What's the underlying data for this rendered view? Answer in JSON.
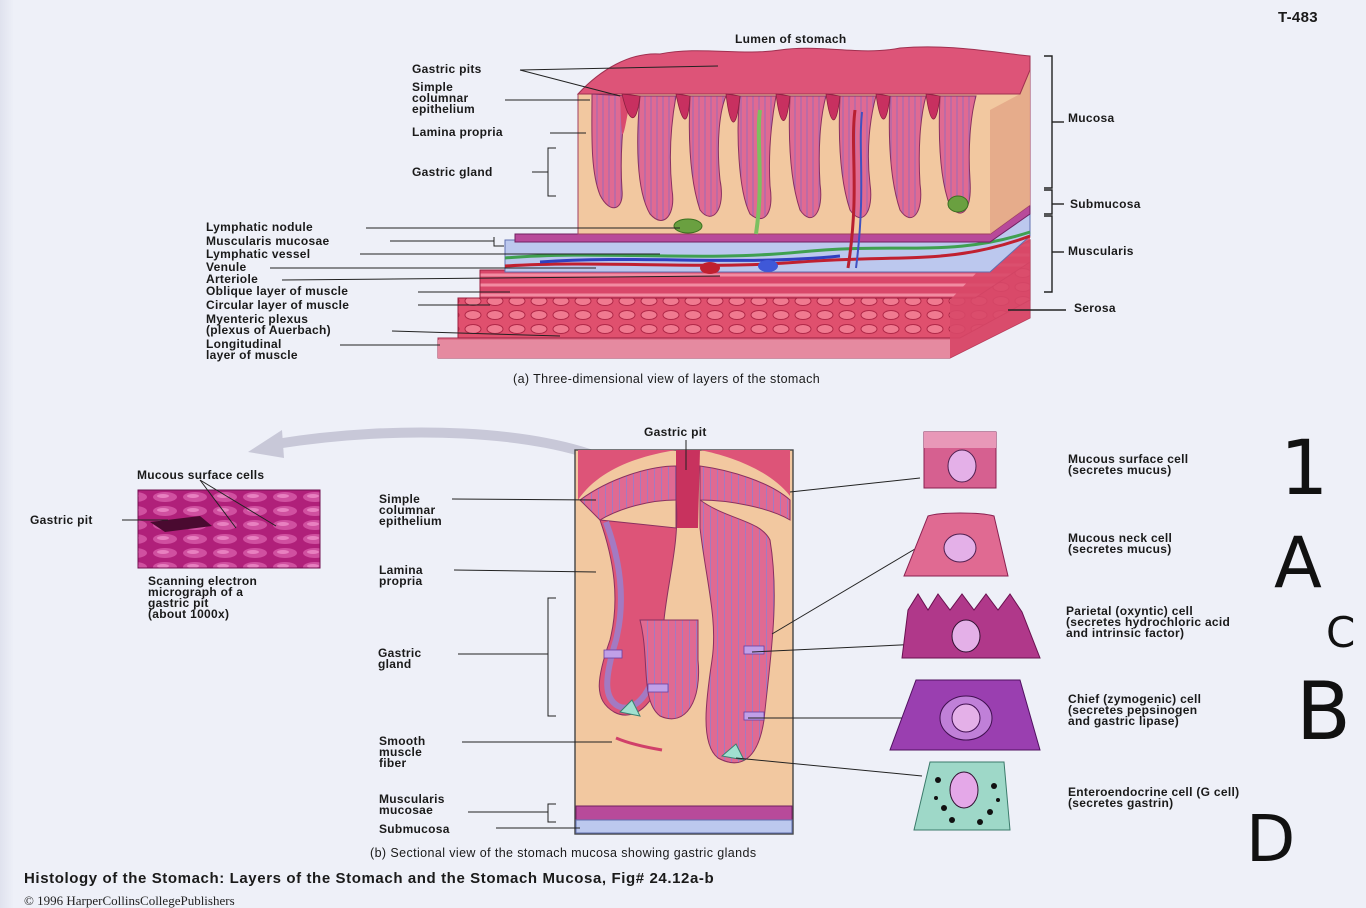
{
  "figure_code": "T-483",
  "part_a": {
    "top_label": "Lumen of stomach",
    "left_labels": [
      "Gastric pits",
      "Simple\ncolumnar\nepithelium",
      "Lamina propria",
      "Gastric gland",
      "Lymphatic nodule",
      "Muscularis mucosae",
      "Lymphatic vessel",
      "Venule",
      "Arteriole",
      "Oblique layer of muscle",
      "Circular layer of muscle",
      "Myenteric plexus\n(plexus of Auerbach)",
      "Longitudinal\nlayer of muscle"
    ],
    "right_labels": [
      "Mucosa",
      "Submucosa",
      "Muscularis",
      "Serosa"
    ],
    "caption": "(a) Three-dimensional view of layers of the stomach"
  },
  "part_b": {
    "top_label": "Gastric pit",
    "sem": {
      "label": "Mucous surface cells",
      "pit_label": "Gastric pit",
      "caption": "Scanning electron\nmicrograph of a\ngastric pit\n(about 1000x)"
    },
    "left_labels": [
      "Simple\ncolumnar\nepithelium",
      "Lamina\npropria",
      "Gastric\ngland",
      "Smooth\nmuscle\nfiber",
      "Muscularis\nmucosae",
      "Submucosa"
    ],
    "cells": [
      {
        "name": "Mucous surface cell\n(secretes mucus)",
        "color": "#c04a7a"
      },
      {
        "name": "Mucous neck cell\n(secretes mucus)",
        "color": "#d05a86"
      },
      {
        "name": "Parietal (oxyntic) cell\n(secretes hydrochloric acid\nand intrinsic factor)",
        "color": "#b0388a"
      },
      {
        "name": "Chief (zymogenic) cell\n(secretes pepsinogen\nand gastric lipase)",
        "color": "#9a3fb0"
      },
      {
        "name": "Enteroendocrine cell (G cell)\n(secretes gastrin)",
        "color": "#9ed8c8"
      }
    ],
    "caption": "(b) Sectional view of the stomach mucosa showing gastric glands"
  },
  "handwritten": [
    "1",
    "A",
    "C",
    "B",
    "D"
  ],
  "title": "Histology of the Stomach: Layers of the Stomach and the Stomach Mucosa, Fig# 24.12a-b",
  "copyright": "© 1996 HarperCollinsCollegePublishers",
  "colors": {
    "mucosa": "#d94a6e",
    "lamina_propria": "#f2c8a0",
    "submucosa": "#b9c8ee",
    "muscle": "#e05070",
    "sem": "#b0207a"
  }
}
